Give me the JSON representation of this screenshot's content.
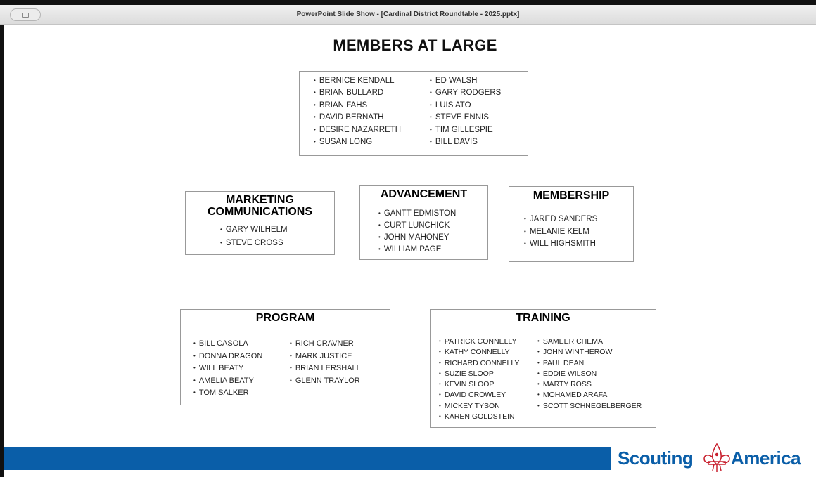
{
  "window": {
    "title": "PowerPoint Slide Show - [Cardinal District Roundtable - 2025.pptx]"
  },
  "slide": {
    "title": "MEMBERS AT LARGE",
    "members_at_large": {
      "col1": [
        "BERNICE KENDALL",
        "BRIAN BULLARD",
        "BRIAN FAHS",
        "DAVID BERNATH",
        "DESIRE NAZARRETH",
        "SUSAN LONG"
      ],
      "col2": [
        "ED WALSH",
        "GARY RODGERS",
        "LUIS ATO",
        "STEVE ENNIS",
        "TIM GILLESPIE",
        "BILL DAVIS"
      ]
    },
    "marketing": {
      "title_line1": "MARKETING",
      "title_line2": "COMMUNICATIONS",
      "members": [
        "GARY WILHELM",
        "STEVE CROSS"
      ]
    },
    "advancement": {
      "title": "ADVANCEMENT",
      "members": [
        "GANTT EDMISTON",
        "CURT LUNCHICK",
        "JOHN MAHONEY",
        "WILLIAM PAGE"
      ]
    },
    "membership": {
      "title": "MEMBERSHIP",
      "members": [
        "JARED SANDERS",
        "MELANIE KELM",
        "WILL HIGHSMITH"
      ]
    },
    "program": {
      "title": "PROGRAM",
      "col1": [
        "BILL CASOLA",
        "DONNA DRAGON",
        "WILL BEATY",
        "AMELIA BEATY",
        "TOM SALKER"
      ],
      "col2": [
        "RICH CRAVNER",
        "MARK JUSTICE",
        "BRIAN LERSHALL",
        "GLENN TRAYLOR"
      ]
    },
    "training": {
      "title": "TRAINING",
      "col1": [
        "PATRICK CONNELLY",
        "KATHY CONNELLY",
        "RICHARD CONNELLY",
        "SUZIE SLOOP",
        "KEVIN SLOOP",
        "DAVID CROWLEY",
        "MICKEY TYSON",
        "KAREN GOLDSTEIN"
      ],
      "col2": [
        "SAMEER CHEMA",
        "JOHN WINTHEROW",
        "PAUL DEAN",
        "EDDIE WILSON",
        "MARTY ROSS",
        "MOHAMED ARAFA",
        "SCOTT SCHNEGELBERGER"
      ]
    }
  },
  "footer": {
    "logo_word1": "Scouting",
    "logo_word2": "America",
    "band_color": "#0a5ea8",
    "logo_color": "#0a5ea8",
    "emblem_color": "#c8202e"
  }
}
